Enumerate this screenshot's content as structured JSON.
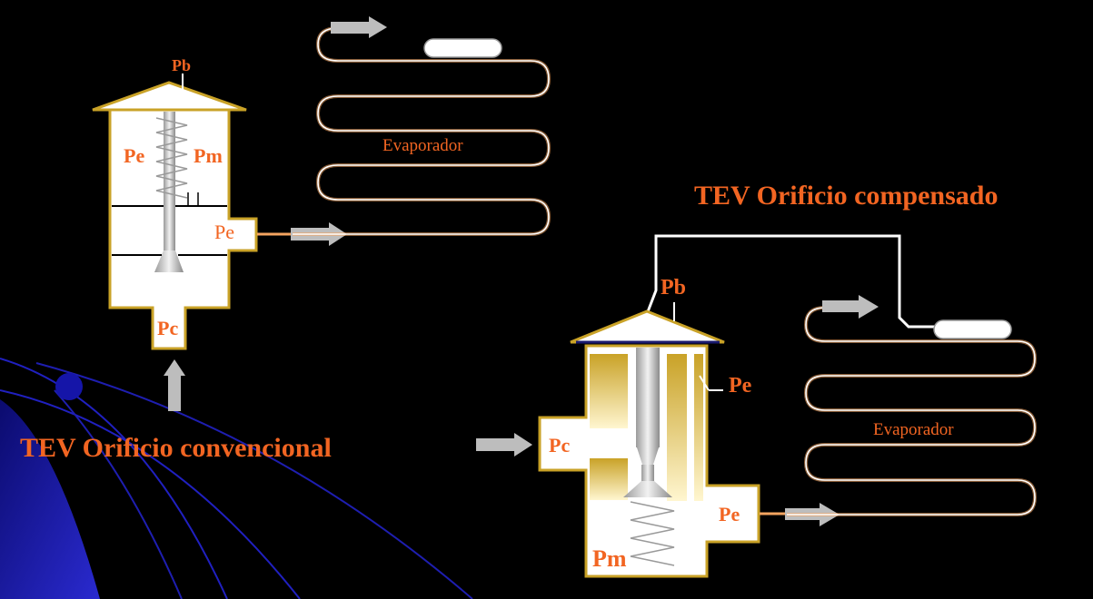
{
  "colors": {
    "background": "#000000",
    "label": "#F26522",
    "valve_outline": "#C9A227",
    "valve_fill": "#FFFFFF",
    "coil": "#FFFFFF",
    "coil_glow": "#F4A460",
    "arrow": "#BDBDBD",
    "swoosh": "#1a1aa8"
  },
  "left_valve": {
    "top_label": "Pb",
    "inner_left_label": "Pe",
    "inner_right_label": "Pm",
    "outlet_label": "Pe",
    "inlet_label": "Pc",
    "caption": "TEV Orificio convencional",
    "evaporator_label": "Evaporador"
  },
  "right_valve": {
    "title": "TEV Orificio compensado",
    "top_label": "Pb",
    "side_label": "Pe",
    "inlet_label": "Pc",
    "outlet_label": "Pe",
    "bottom_label": "Pm",
    "evaporator_label": "Evaporador"
  }
}
